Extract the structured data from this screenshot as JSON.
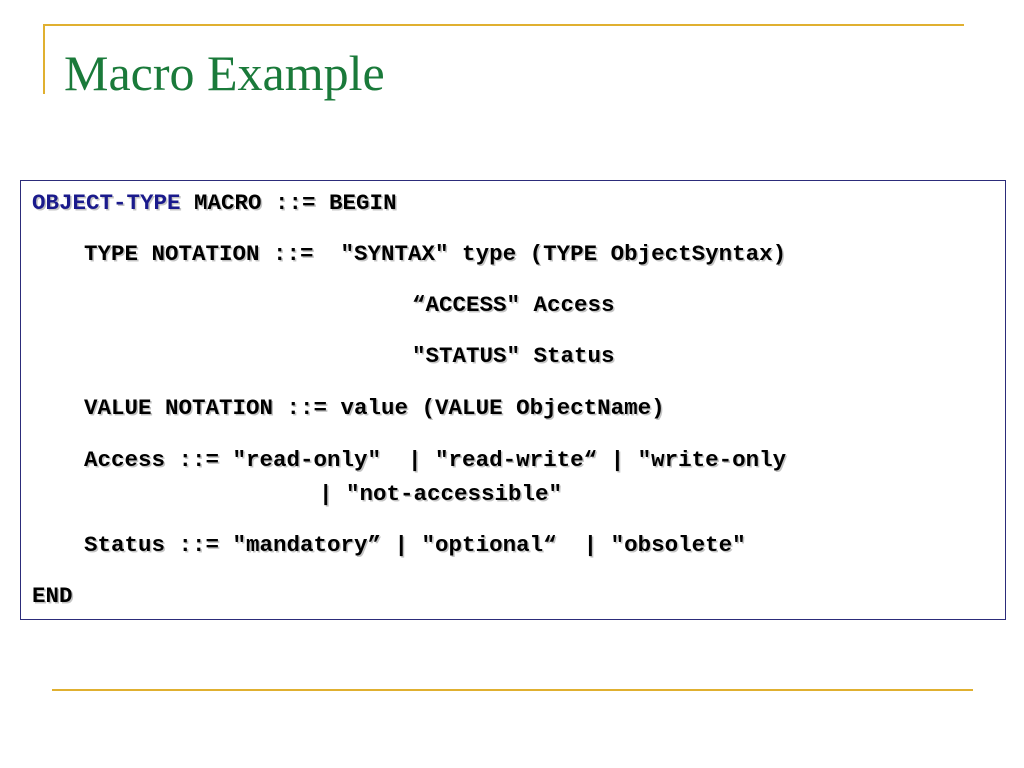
{
  "slide": {
    "title": "Macro Example",
    "code": {
      "line1_keyword": "OBJECT-TYPE",
      "line1_rest": " MACRO ::= BEGIN",
      "line2": "TYPE NOTATION ::=  \"SYNTAX\" type (TYPE ObjectSyntax)",
      "line3": "“ACCESS\" Access",
      "line4": "\"STATUS\" Status",
      "line5": "VALUE NOTATION ::= value (VALUE ObjectName)",
      "line6": "Access ::= \"read-only\"  | \"read-write“ | \"write-only",
      "line7": "| \"not-accessible\"",
      "line8": "Status ::= \"mandatory” | \"optional“  | \"obsolete\"",
      "line9": "END"
    },
    "colors": {
      "title": "#1a7a3a",
      "accent_rule": "#e0b030",
      "box_border": "#2c2c7a",
      "keyword": "#1a1a8c"
    }
  }
}
